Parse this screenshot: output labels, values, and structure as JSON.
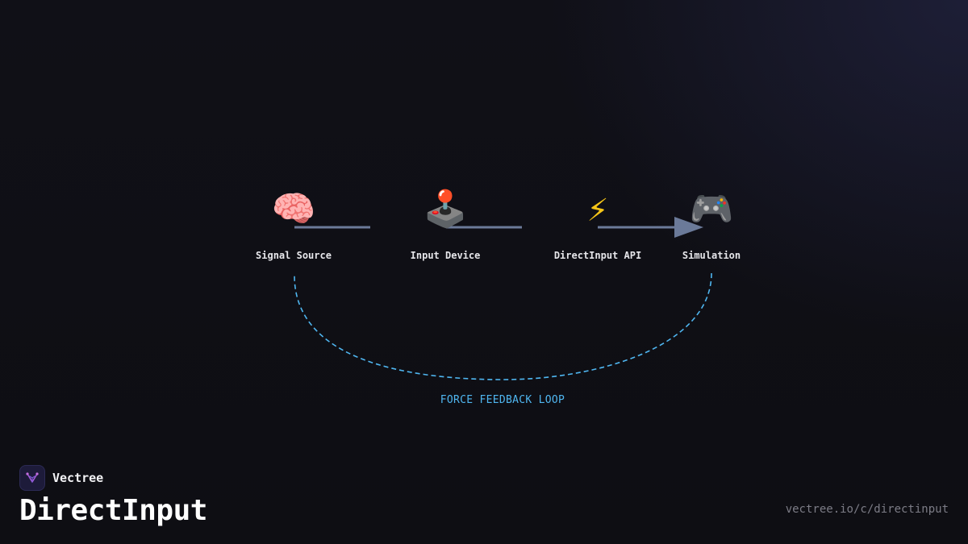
{
  "brand": {
    "name": "Vectree",
    "logo_icon": "vectree-logo-icon"
  },
  "title": "DirectInput",
  "url": "vectree.io/c/directinput",
  "diagram": {
    "nodes": [
      {
        "label": "Signal Source",
        "icon": "brain-icon",
        "glyph": "🧠"
      },
      {
        "label": "Input Device",
        "icon": "joystick-icon",
        "glyph": "🕹️"
      },
      {
        "label": "DirectInput API",
        "icon": "lightning-icon",
        "glyph": "⚡"
      },
      {
        "label": "Simulation",
        "icon": "gamepad-icon",
        "glyph": "🎮"
      }
    ],
    "loop_label": "FORCE FEEDBACK LOOP"
  },
  "colors": {
    "background": "#0f0f14",
    "connector": "#6b7a99",
    "loop": "#4fb6f0",
    "text": "#e6e6ea",
    "muted": "#7c7c86"
  }
}
